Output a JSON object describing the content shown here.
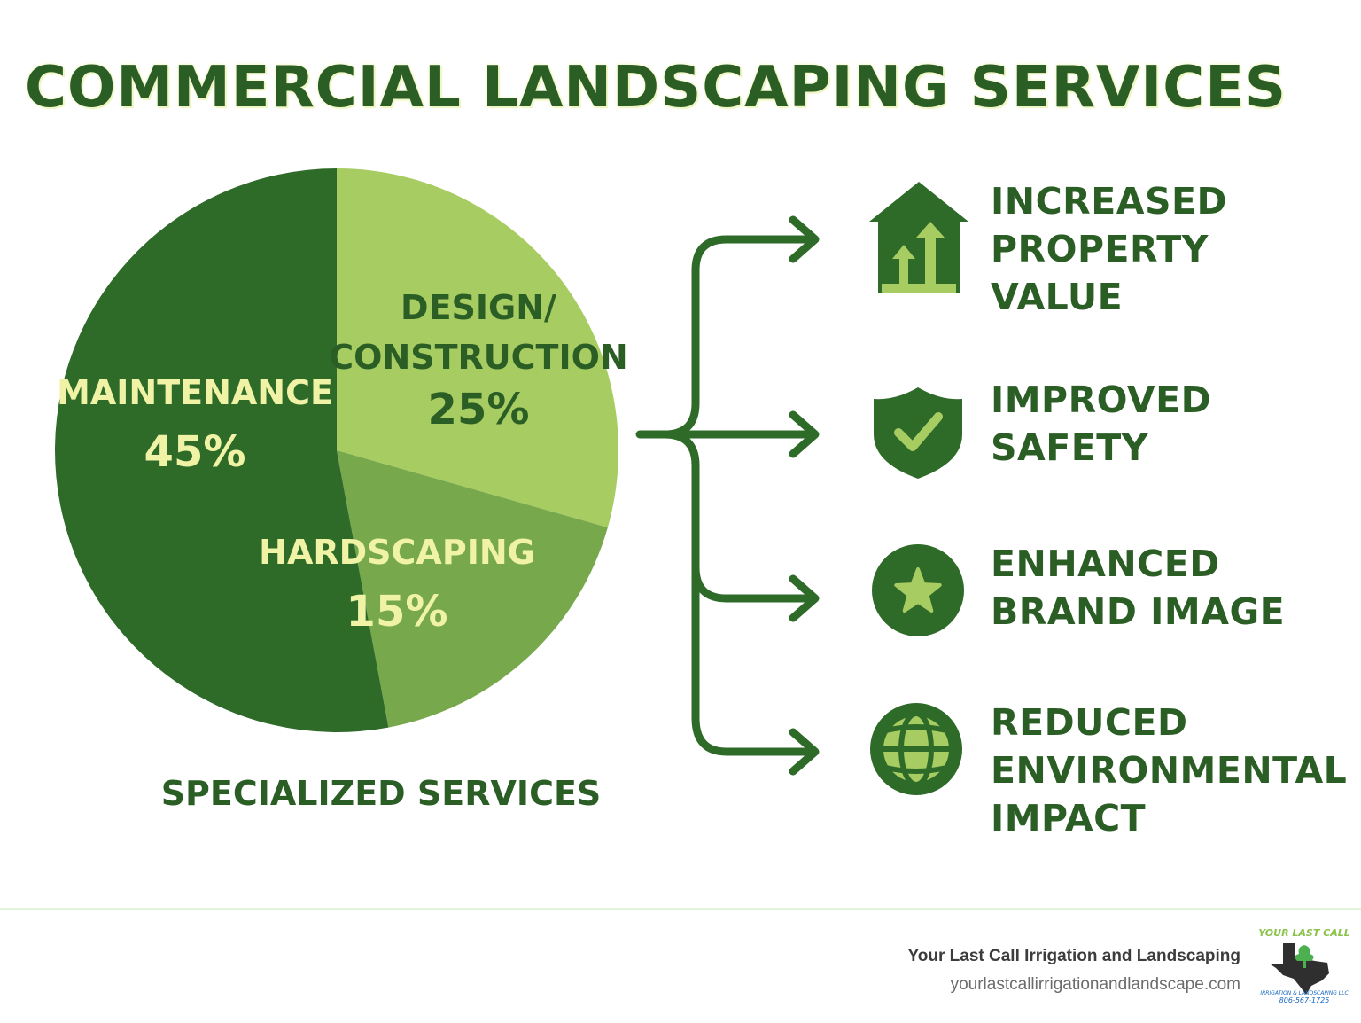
{
  "title": "COMMERCIAL LANDSCAPING SERVICES",
  "chart_data": {
    "type": "pie",
    "slices": [
      {
        "label_lines": [
          "DESIGN/",
          "CONSTRUCTION"
        ],
        "value_label": "25%",
        "value": 25,
        "color": "#a7cc62",
        "text_color": "#2b5e25"
      },
      {
        "label_lines": [
          "HARDSCAPING"
        ],
        "value_label": "15%",
        "value": 15,
        "color": "#78a84c",
        "text_color": "#f0f3a6"
      },
      {
        "label_lines": [
          "MAINTENANCE"
        ],
        "value_label": "45%",
        "value": 45,
        "color": "#2e6b29",
        "text_color": "#f0f3a6"
      }
    ],
    "caption": "SPECIALIZED SERVICES"
  },
  "benefits": [
    {
      "lines": [
        "INCREASED",
        "PROPERTY",
        "VALUE"
      ],
      "icon": "house-growth-icon"
    },
    {
      "lines": [
        "IMPROVED",
        "SAFETY"
      ],
      "icon": "shield-check-icon"
    },
    {
      "lines": [
        "ENHANCED",
        "BRAND IMAGE"
      ],
      "icon": "star-badge-icon"
    },
    {
      "lines": [
        "REDUCED",
        "ENVIRONMENTAL",
        "IMPACT"
      ],
      "icon": "globe-icon"
    }
  ],
  "colors": {
    "dark_green": "#2b5e25",
    "light_green": "#a7cc62",
    "mid_green": "#78a84c",
    "pale_yellow": "#f0f3a6"
  },
  "footer": {
    "company": "Your Last Call Irrigation and Landscaping",
    "url": "yourlastcallirrigationandlandscape.com",
    "logo": {
      "top_text": "YOUR LAST CALL",
      "bottom_text": "IRRIGATION & LANDSCAPING LLC",
      "phone": "806-567-1725"
    }
  }
}
